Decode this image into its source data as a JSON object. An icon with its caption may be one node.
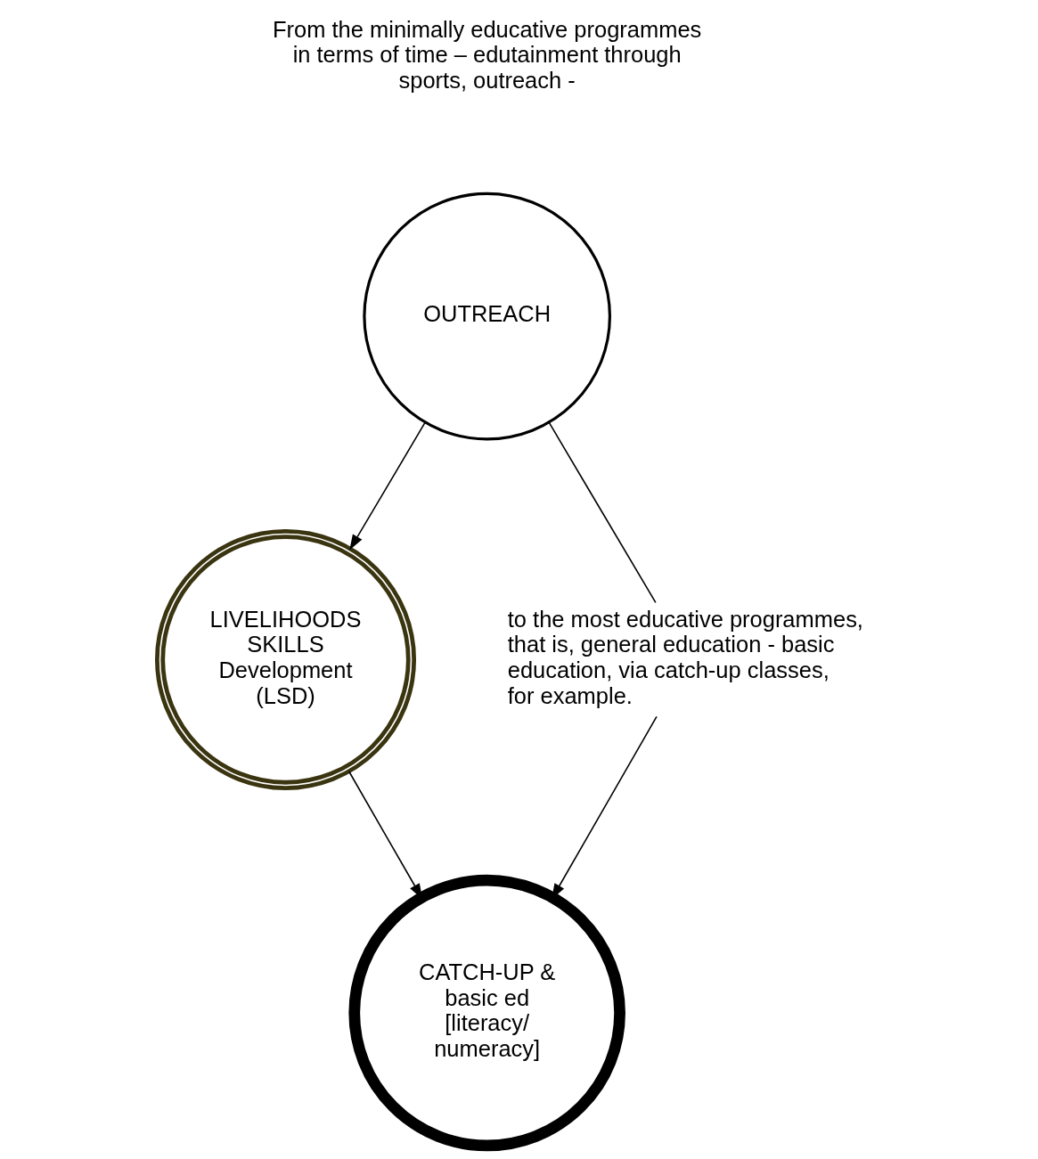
{
  "diagram": {
    "nodes": [
      {
        "text": [
          "OUTREACH"
        ]
      },
      {
        "text": [
          "LIVELIHOODS SKILLS Development (LSD)"
        ]
      },
      {
        "text": [
          "CATCH-UP & basic ed [literacy/ numeracy]"
        ]
      },
      {
        "text": [
          "to the most educative programmes, that is, general education - basic education, via catch-up classes, for example."
        ]
      }
    ],
    "edges": [
      {
        "from": 0,
        "to": 1,
        "arrow": "to"
      },
      {
        "from": 1,
        "to": 2,
        "arrow": "to"
      },
      {
        "from": 0,
        "to": 3,
        "arrow": "none"
      },
      {
        "from": 3,
        "to": 2,
        "arrow": "to"
      }
    ],
    "labels": [
      "From the minimally educative programmes in terms of time – edutainment through sports, outreach -"
    ]
  }
}
